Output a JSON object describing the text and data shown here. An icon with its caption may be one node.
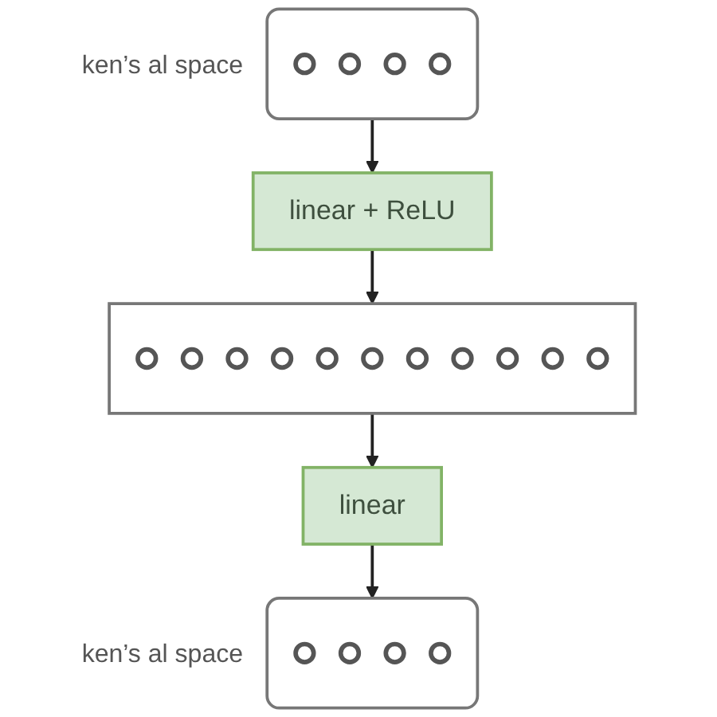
{
  "diagram": {
    "nodes": [
      {
        "text": [],
        "shape": "box",
        "beside": [
          "ken’s al space"
        ]
      },
      {
        "text": [],
        "shape": "circle",
        "in": 0
      },
      {
        "text": [],
        "shape": "circle",
        "in": 0
      },
      {
        "text": [],
        "shape": "circle",
        "in": 0
      },
      {
        "text": [],
        "shape": "circle",
        "in": 0
      },
      {
        "text": [
          "linear + ReLU"
        ]
      },
      {
        "text": [],
        "shape": "box"
      },
      {
        "text": [],
        "shape": "circle",
        "in": 6
      },
      {
        "text": [],
        "shape": "circle",
        "in": 6
      },
      {
        "text": [],
        "shape": "circle",
        "in": 6
      },
      {
        "text": [],
        "shape": "circle",
        "in": 6
      },
      {
        "text": [],
        "shape": "circle",
        "in": 6
      },
      {
        "text": [],
        "shape": "circle",
        "in": 6
      },
      {
        "text": [],
        "shape": "circle",
        "in": 6
      },
      {
        "text": [],
        "shape": "circle",
        "in": 6
      },
      {
        "text": [],
        "shape": "circle",
        "in": 6
      },
      {
        "text": [],
        "shape": "circle",
        "in": 6
      },
      {
        "text": [],
        "shape": "circle",
        "in": 6
      },
      {
        "text": [
          "linear"
        ]
      },
      {
        "text": [],
        "shape": "box",
        "beside": [
          "ken’s al space"
        ]
      },
      {
        "text": [],
        "shape": "circle",
        "in": 19
      },
      {
        "text": [],
        "shape": "circle",
        "in": 19
      },
      {
        "text": [],
        "shape": "circle",
        "in": 19
      },
      {
        "text": [],
        "shape": "circle",
        "in": 19
      }
    ],
    "edges": [
      {
        "from": 0,
        "to": 5,
        "arrow": "to"
      },
      {
        "from": 5,
        "to": 6,
        "arrow": "to"
      },
      {
        "from": 6,
        "to": 18,
        "arrow": "to"
      },
      {
        "from": 18,
        "to": 19,
        "arrow": "to"
      }
    ]
  }
}
